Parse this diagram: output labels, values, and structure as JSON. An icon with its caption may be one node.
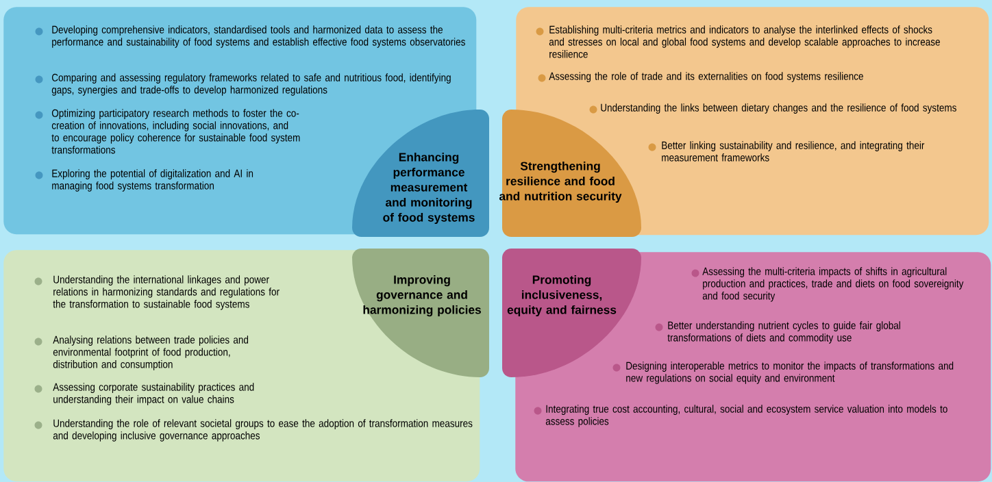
{
  "diagram": {
    "nodes": [
      {
        "text": [
          "Developing comprehensive indicators, standardised tools and harmonized data to assess the performance and sustainability of food systems and establish effective food systems observatories",
          "Comparing and assessing regulatory frameworks related to safe and nutritious food, identifying gaps, synergies and trade-offs to develop harmonized regulations",
          "Optimizing participatory research methods to foster the co-creation of innovations, including social innovations, and to encourage policy coherence for sustainable food system transformations",
          "Exploring the potential of digitalization and AI in managing food systems transformation"
        ]
      },
      {
        "text": [
          "Enhancing performance measurement and monitoring of food systems"
        ]
      },
      {
        "text": [
          "Strengthening resilience and food and nutrition security"
        ]
      },
      {
        "text": [
          "Establishing multi-criteria metrics and indicators to analyse the interlinked effects of shocks and stresses on local and global food systems and develop scalable approaches to increase resilience",
          "Assessing the role of trade and its externalities on food systems resilience",
          "Understanding the links between dietary changes and the resilience of food systems",
          "Better linking sustainability and resilience, and integrating their measurement frameworks"
        ]
      },
      {
        "text": [
          "Understanding the international linkages and power relations in harmonizing standards and regulations for the transformation to sustainable food systems",
          "Analysing relations between trade policies and environmental footprint of food production, distribution and consumption",
          "Assessing corporate sustainability practices and understanding their impact on value chains",
          "Understanding the role of relevant societal groups to ease the adoption of transformation measures and developing inclusive governance approaches"
        ]
      },
      {
        "text": [
          "Improving governance and harmonizing policies"
        ]
      },
      {
        "text": [
          "Promoting inclusiveness, equity and fairness"
        ]
      },
      {
        "text": [
          "Assessing the multi-criteria impacts of shifts in agricultural production and practices, trade and diets on food sovereignity and food security",
          "Better understanding nutrient cycles to guide fair global transformations of diets and commodity use",
          "Designing interoperable metrics to monitor the impacts of transformations and new regulations on social equity and environment",
          "Integrating true cost accounting, cultural, social and ecosystem service valuation into models to assess policies"
        ]
      }
    ]
  }
}
